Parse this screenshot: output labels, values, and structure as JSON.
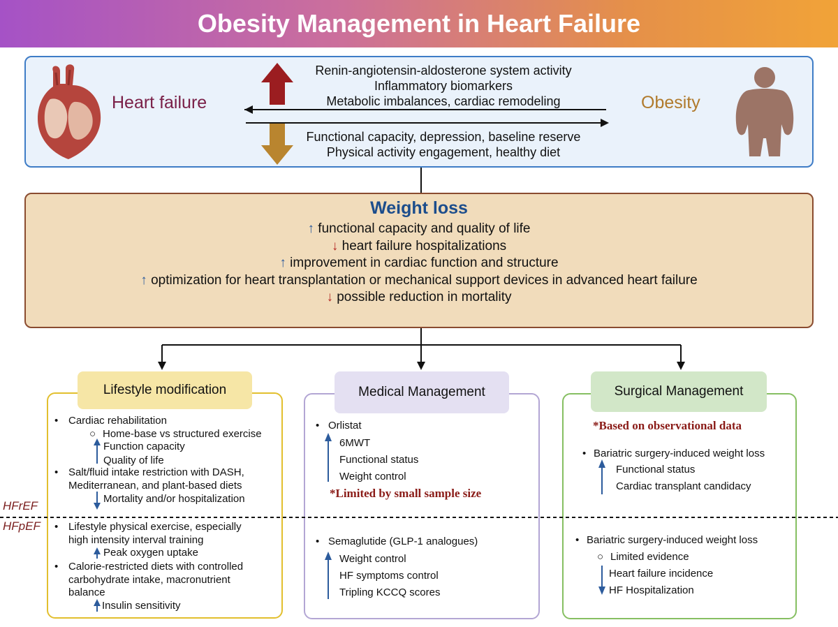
{
  "title": "Obesity Management in Heart Failure",
  "top": {
    "heart_failure_label": "Heart failure",
    "obesity_label": "Obesity",
    "increased": [
      "Renin-angiotensin-aldosterone system activity",
      "Inflammatory biomarkers",
      "Metabolic imbalances, cardiac remodeling"
    ],
    "decreased": [
      "Functional capacity, depression, baseline reserve",
      "Physical activity engagement, healthy diet"
    ]
  },
  "weight_loss": {
    "title": "Weight loss",
    "lines": [
      {
        "dir": "up",
        "arrow": "↑",
        "text": "functional capacity and quality of life"
      },
      {
        "dir": "down",
        "arrow": "↓",
        "text": "heart failure hospitalizations"
      },
      {
        "dir": "up",
        "arrow": "↑",
        "text": "improvement in cardiac function and structure"
      },
      {
        "dir": "up",
        "arrow": "↑",
        "text": "optimization for heart transplantation or mechanical support devices in advanced heart failure"
      },
      {
        "dir": "down",
        "arrow": "↓",
        "text": "possible reduction in mortality"
      }
    ]
  },
  "labels": {
    "hfref": "HFrEF",
    "hfpef": "HFpEF"
  },
  "lifestyle": {
    "title": "Lifestyle modification",
    "hfref": {
      "cardiac_rehab": "Cardiac rehabilitation",
      "home_base": "Home-base vs structured exercise",
      "rehab_effects": [
        "Function capacity",
        "Quality of life"
      ],
      "salt_diet_1": "Salt/fluid intake restriction with DASH,",
      "salt_diet_2": "Mediterranean, and plant-based diets",
      "diet_effect": "Mortality and/or hospitalization"
    },
    "hfpef": {
      "exercise_1": "Lifestyle physical exercise, especially",
      "exercise_2": "high intensity interval training",
      "exercise_effect": "Peak oxygen uptake",
      "calorie_1": "Calorie-restricted diets with controlled",
      "calorie_2": "carbohydrate intake, macronutrient",
      "calorie_3": "balance",
      "calorie_effect": "Insulin sensitivity"
    }
  },
  "medical": {
    "title": "Medical Management",
    "hfref": {
      "drug": "Orlistat",
      "effects": [
        "6MWT",
        "Functional status",
        "Weight control"
      ],
      "note": "*Limited by small sample size"
    },
    "hfpef": {
      "drug": "Semaglutide (GLP-1 analogues)",
      "effects": [
        "Weight control",
        "HF symptoms control",
        "Tripling KCCQ scores"
      ]
    }
  },
  "surgical": {
    "title": "Surgical Management",
    "note": "*Based on observational data",
    "hfref": {
      "item": "Bariatric surgery-induced weight loss",
      "effects": [
        "Functional status",
        "Cardiac transplant candidacy"
      ]
    },
    "hfpef": {
      "item": "Bariatric surgery-induced weight loss",
      "sub": "Limited evidence",
      "effects": [
        "Heart failure incidence",
        "HF Hospitalization"
      ]
    }
  },
  "colors": {
    "blue_arrow": "#2c5b9c",
    "red_arrow": "#b52a25",
    "lifestyle": "#e2bf2e",
    "medical": "#b3a6d4",
    "surgical": "#86bf62"
  }
}
